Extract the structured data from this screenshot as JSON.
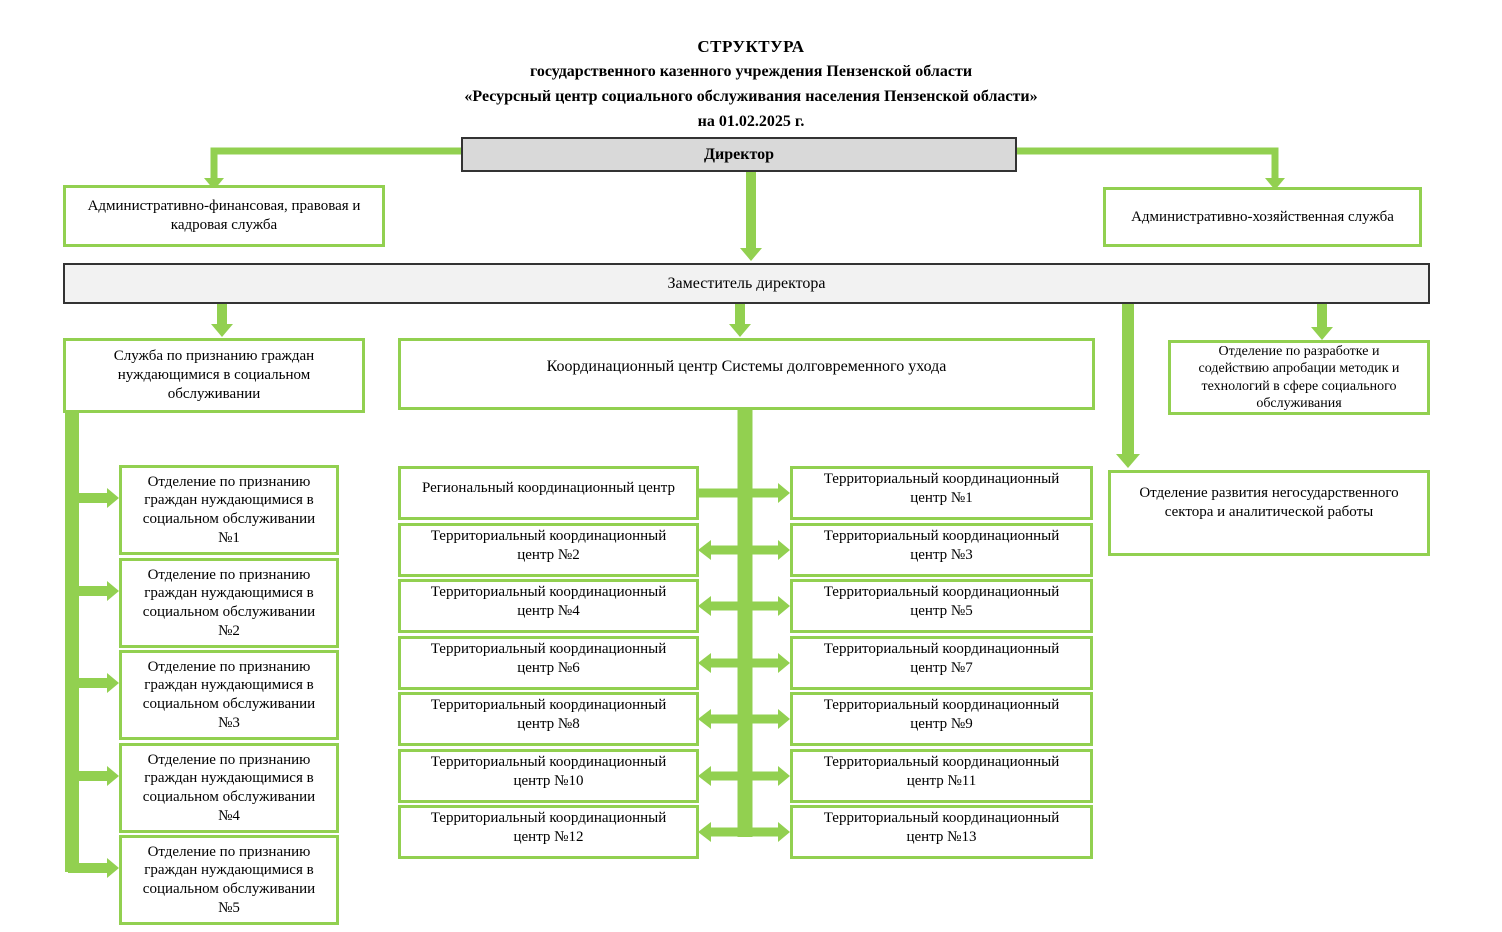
{
  "title": {
    "line1": "СТРУКТУРА",
    "line2": "государственного казенного учреждения Пензенской области",
    "line3": "«Ресурсный центр социального обслуживания населения Пензенской области»",
    "line4": "на 01.02.2025 г."
  },
  "nodes": {
    "director": "Директор",
    "deputy_director": "Заместитель директора",
    "admin_finance": "Административно-финансовая, правовая и кадровая служба",
    "admin_household": "Административно-хозяйственная служба",
    "recognition_service": "Служба по признанию граждан нуждающимися в социальном обслуживании",
    "coordination_center": "Координационный центр Системы долговременного ухода",
    "methods_department": "Отделение по разработке и содействию апробации методик и технологий в сфере социального обслуживания",
    "nonstate_department": "Отделение развития негосударственного сектора и аналитической работы"
  },
  "recognition_departments": [
    "Отделение по признанию граждан нуждающимися в социальном обслуживании №1",
    "Отделение по признанию граждан нуждающимися в социальном обслуживании №2",
    "Отделение по признанию граждан нуждающимися в социальном обслуживании №3",
    "Отделение по признанию граждан нуждающимися в социальном обслуживании №4",
    "Отделение по признанию граждан нуждающимися в социальном обслуживании №5"
  ],
  "coordination_left_column": [
    "Региональный координационный центр",
    "Территориальный координационный центр №2",
    "Территориальный координационный центр №4",
    "Территориальный координационный центр №6",
    "Территориальный координационный центр №8",
    "Территориальный координационный центр №10",
    "Территориальный координационный центр №12"
  ],
  "coordination_right_column": [
    "Территориальный координационный центр №1",
    "Территориальный координационный центр №3",
    "Территориальный координационный центр №5",
    "Территориальный координационный центр №7",
    "Территориальный координационный центр №9",
    "Территориальный координационный центр №11",
    "Территориальный координационный центр №13"
  ],
  "colors": {
    "accent_green": "#92D050",
    "director_fill": "#D9D9D9",
    "deputy_fill": "#F2F2F2",
    "dark_border": "#333333",
    "text": "#000000"
  }
}
